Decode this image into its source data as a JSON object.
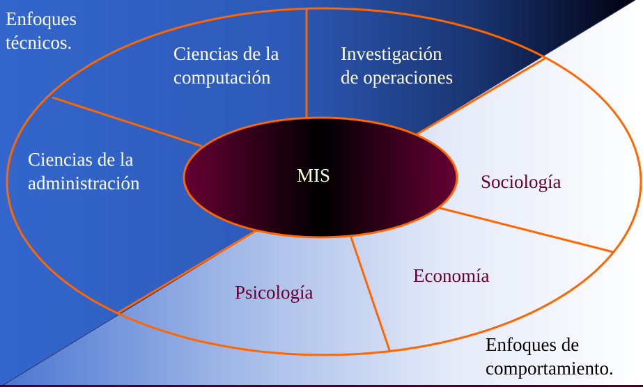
{
  "corner_labels": {
    "technical": [
      "Enfoques",
      "técnicos."
    ],
    "behavioral": [
      "Enfoques de",
      "comportamiento."
    ]
  },
  "center": "MIS",
  "segments": {
    "computer_science": [
      "Ciencias de la",
      "computación"
    ],
    "operations_research": [
      "Investigación",
      "de operaciones"
    ],
    "management_science": [
      "Ciencias de la",
      "administración"
    ],
    "sociology": "Sociología",
    "economics": "Economía",
    "psychology": "Psicología"
  },
  "colors": {
    "ring": "#ff6600",
    "technical_blue": "#3366cc",
    "maroon": "#660033"
  }
}
